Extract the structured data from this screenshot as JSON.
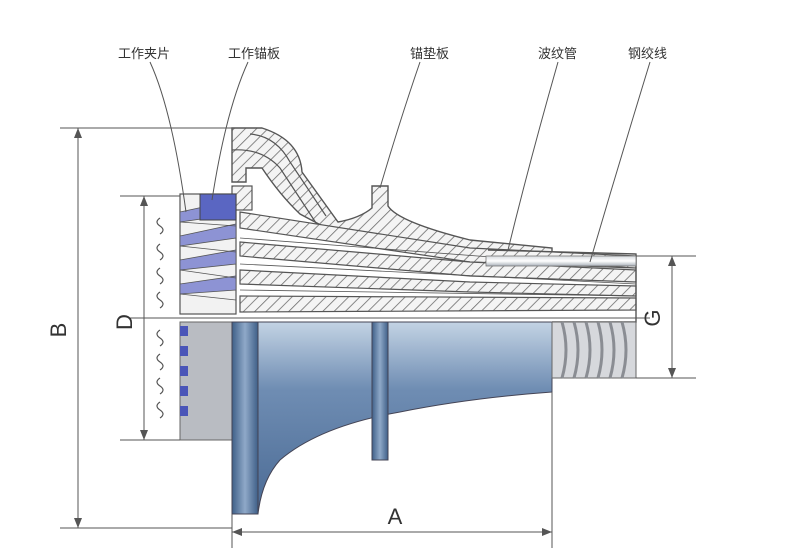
{
  "labels": {
    "clip": "工作夹片",
    "anchor_plate": "工作锚板",
    "bearing_plate": "锚垫板",
    "duct": "波纹管",
    "strand": "钢绞线"
  },
  "dimensions": {
    "a": "A",
    "b": "B",
    "d": "D",
    "g": "G"
  },
  "colors": {
    "clip": "#8d93d4",
    "anchor_plate": "#5a66c2",
    "casting": "#5b7aa0",
    "casting_light": "#a9bfd6",
    "hatch": "#6d6d6d",
    "lines": "#555555"
  }
}
